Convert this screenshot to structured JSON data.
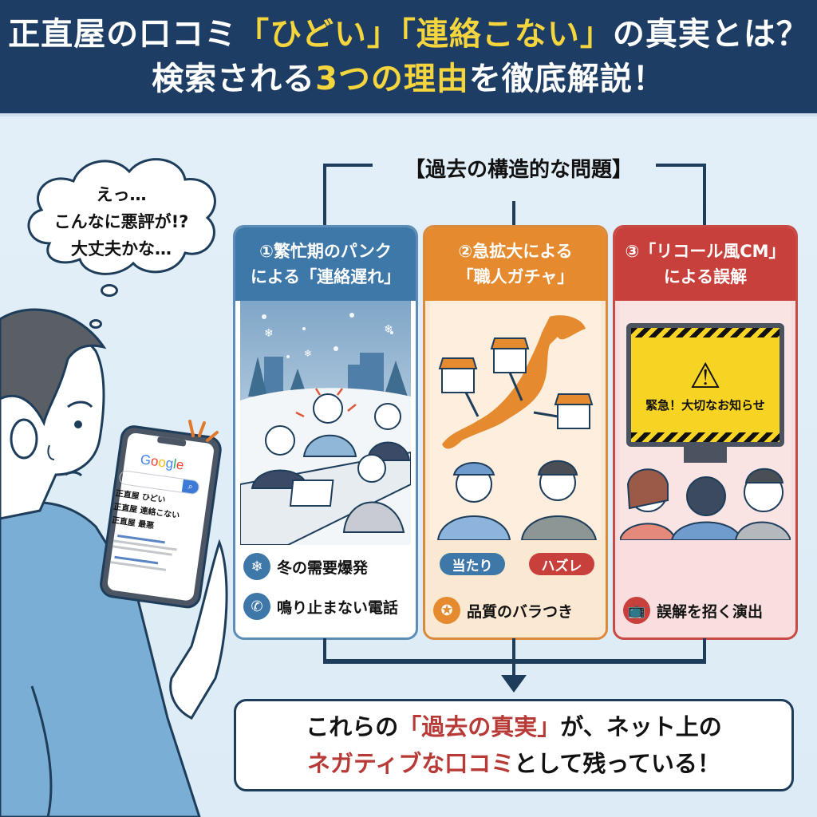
{
  "header": {
    "line1": {
      "part1": "正直屋の口コミ",
      "part2": "「ひどい」「連絡こない」",
      "part3": "の真実とは？"
    },
    "line2": {
      "part1": "検索される",
      "part2": "3つの理由",
      "part3": "を徹底解説！"
    }
  },
  "thought_bubble": {
    "lines": [
      "えっ…",
      "こんなに悪評が!?",
      "大丈夫かな…"
    ]
  },
  "phone": {
    "logo": "Google",
    "search_icon": "search-icon",
    "suggestions": [
      "正直屋 ひどい",
      "正直屋 連絡こない",
      "正直屋 最悪"
    ]
  },
  "section_title": "【過去の構造的な問題】",
  "cards": [
    {
      "title_line1": "①繁忙期のパンク",
      "title_line2": "による「連絡遅れ」",
      "color": "#3e78a9",
      "points": [
        {
          "icon": "snowflake-icon",
          "label": "冬の需要爆発"
        },
        {
          "icon": "phone-icon",
          "label": "鳴り止まない電話"
        }
      ]
    },
    {
      "title_line1": "②急拡大による",
      "title_line2": "「職人ガチャ」",
      "color": "#e58a2e",
      "badges": {
        "good": "当たり",
        "bad": "ハズレ"
      },
      "points": [
        {
          "icon": "award-icon",
          "label": "品質のバラつき"
        }
      ]
    },
    {
      "title_line1": "③「リコール風CM」",
      "title_line2": "による誤解",
      "color": "#c8403b",
      "tv_text": "緊急！大切なお知らせ",
      "points": [
        {
          "icon": "tv-icon",
          "label": "誤解を招く演出"
        }
      ]
    }
  ],
  "conclusion": {
    "line1": {
      "part1": "これらの",
      "part2": "「過去の真実」",
      "part3": "が、ネット上の"
    },
    "line2": {
      "part1": "ネガティブな口コミ",
      "part2": "として残っている！"
    }
  }
}
